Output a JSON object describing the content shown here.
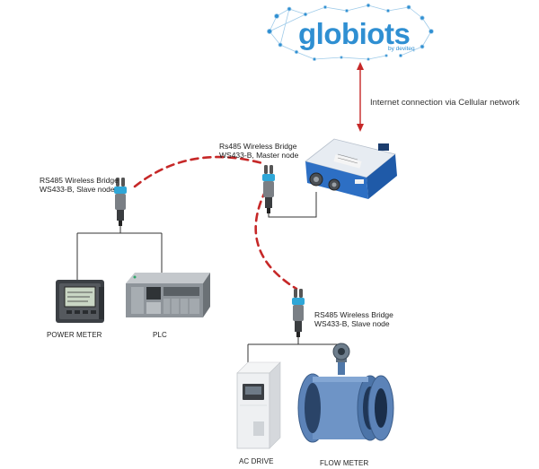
{
  "logo": {
    "brand": "globiots",
    "byline": "by deviteq",
    "color": "#2f8fd2"
  },
  "connection": {
    "label": "Internet connection via Cellular network"
  },
  "nodes": {
    "master": {
      "line1": "Rs485 Wireless Bridge",
      "line2": "WS433-B, Master node"
    },
    "slave_left": {
      "line1": "RS485 Wireless Bridge",
      "line2": "WS433-B, Slave node"
    },
    "slave_bottom": {
      "line1": "RS485 Wireless Bridge",
      "line2": "WS433-B, Slave node"
    }
  },
  "devices": {
    "power_meter": "POWER METER",
    "plc": "PLC",
    "ac_drive": "AC DRIVE",
    "flow_meter": "FLOW METER"
  },
  "colors": {
    "wireless_link": "#c62828",
    "arrow": "#c62828",
    "wire": "#333333",
    "antenna_accent": "#2fa7d8",
    "gateway_body": "#2d6fc4"
  }
}
